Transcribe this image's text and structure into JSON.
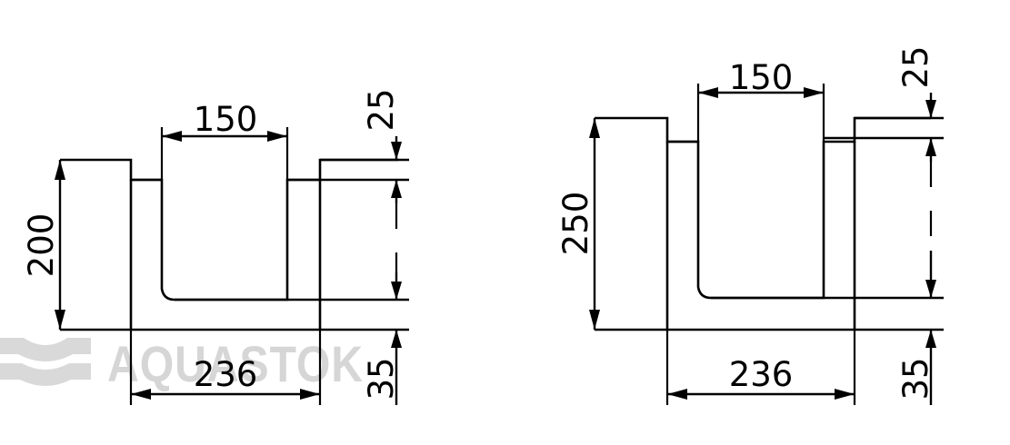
{
  "watermark": {
    "brand": "AQUASTOK",
    "logo_icon": "aquastok-wave-logo-icon",
    "color": "#d6d6d6"
  },
  "left_view": {
    "inner_width": "150",
    "total_height": "200",
    "outer_width": "236",
    "top_step": "25",
    "bottom_thickness": "35"
  },
  "right_view": {
    "inner_width": "150",
    "total_height": "250",
    "outer_width": "236",
    "top_step": "25",
    "bottom_thickness": "35"
  }
}
